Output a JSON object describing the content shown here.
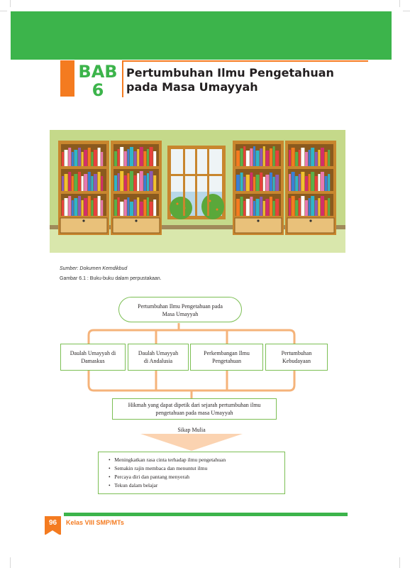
{
  "chapter": {
    "bab_label": "BAB",
    "bab_number": "6",
    "title_line1": "Pertumbuhan Ilmu Pengetahuan",
    "title_line2": "pada Masa Umayyah"
  },
  "figure": {
    "source": "Sumber: Dokumen Kemdikbud",
    "caption": "Gambar 6.1 : Buku-buku dalam perpustakaan."
  },
  "diagram": {
    "top_line1": "Pertumbuhan Ilmu Pengetahuan pada",
    "top_line2": "Masa Umayyah",
    "branches": [
      {
        "line1": "Daulah Umayyah di",
        "line2": "Damaskus"
      },
      {
        "line1": "Daulah Umayyah",
        "line2": "di Andalusia"
      },
      {
        "line1": "Perkembangan Ilmu",
        "line2": "Pengetahuan"
      },
      {
        "line1": "Pertumbuhan",
        "line2": "Kebudayaan"
      }
    ],
    "hikmah_line1": "Hikmah yang dapat dipetik dari sejarah pertumbuhan ilmu",
    "hikmah_line2": "pengetahuan pada masa Umayyah",
    "sikap": "Sikap Mulia",
    "bullets": [
      "Meningkatkan rasa cinta terhadap ilmu pengetahuan",
      "Semakin rajin membaca dan menuntut ilmu",
      "Percaya diri dan pantang menyerah",
      "Tekun dalam belajar"
    ]
  },
  "footer": {
    "page_number": "96",
    "text": "Kelas VIII SMP/MTs"
  },
  "colors": {
    "green": "#3cb44b",
    "orange": "#f47b20",
    "box_border": "#7cbf54",
    "wood": "#c8862e"
  }
}
